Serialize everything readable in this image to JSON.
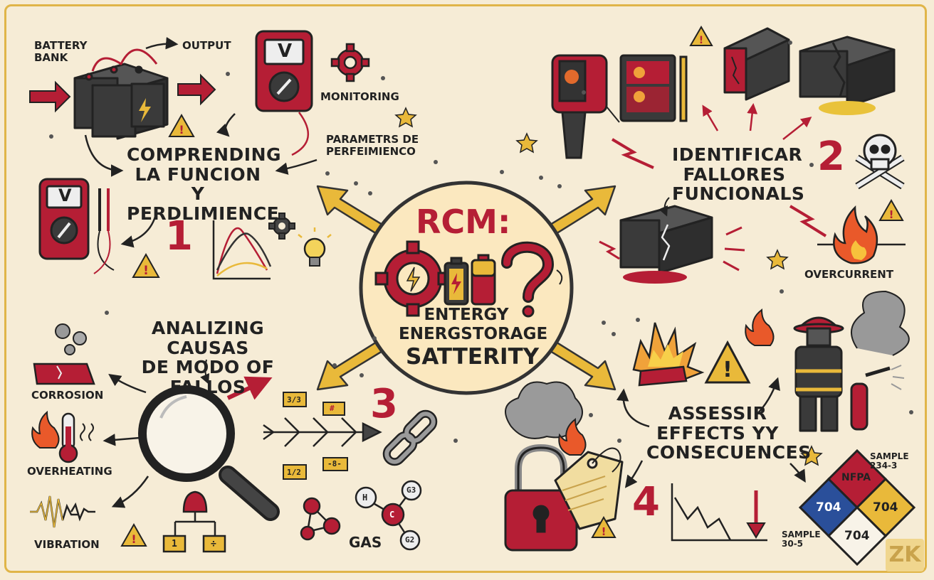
{
  "center": {
    "title": "RCM:",
    "line1": "ENTERGY",
    "line2": "ENERGSTORAGE",
    "line3": "SATTERITY"
  },
  "section1": {
    "number": "1",
    "heading": "COMPRENDING\nLA FUNCION Y\nPERDLIMIENCE",
    "label_battery": "BATTERY\nBANK",
    "label_output": "OUTPUT",
    "label_monitoring": "MONITORING",
    "label_params": "PARAMETRS DE\nPERFEIMIENCO",
    "meter_letter": "V"
  },
  "section2": {
    "number": "2",
    "heading": "IDENTIFICAR\nFALLORES\nFUNCIONALS",
    "label_overcurrent": "OVERCURRENT"
  },
  "section3": {
    "number": "3",
    "heading": "ANALIZING CAUSAS\nDE MODO OF FALLOS",
    "label_corrosion": "CORROSION",
    "label_overheating": "OVERHEATING",
    "label_vibration": "VIBRATION",
    "label_gas": "GAS",
    "fishbone_tags": [
      "3/3",
      "#",
      "1/2",
      "-8-"
    ],
    "tree_tags": [
      "1",
      "÷"
    ],
    "molecule_atoms": [
      "H",
      "C",
      "G3",
      "G2"
    ]
  },
  "section4": {
    "number": "4",
    "heading": "ASSESSIR\nEFFECTS YY\nCONSECUENCES",
    "sample_top": "SAMPLE\n234-3",
    "sample_bottom": "SAMPLE\n30-5",
    "nfpa_top": "NFPA",
    "nfpa_left": "704",
    "nfpa_right": "704",
    "nfpa_bottom": "704"
  },
  "watermark": "ZK",
  "colors": {
    "background": "#f6ecd6",
    "accent_red": "#b51e35",
    "accent_yellow": "#e9b93a",
    "ink": "#222222",
    "dark_fill": "#3a3a3a"
  },
  "icons": [
    "battery-bank-icon",
    "multimeter-icon",
    "gear-icon",
    "thermal-camera-icon",
    "cracked-battery-icon",
    "skull-crossbones-icon",
    "fire-icon",
    "magnifier-icon",
    "chain-icon",
    "molecule-icon",
    "firefighter-icon",
    "padlock-icon",
    "warning-icon",
    "lightning-icon",
    "lightbulb-icon"
  ]
}
